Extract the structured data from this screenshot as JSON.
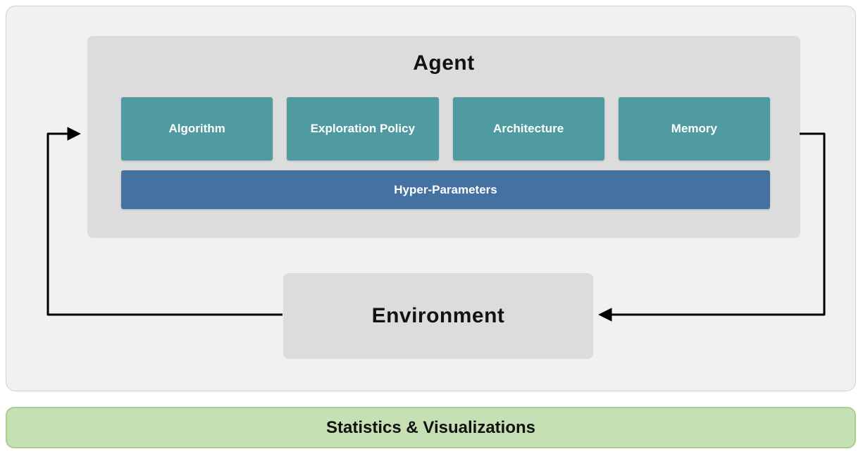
{
  "diagram": {
    "agent": {
      "title": "Agent",
      "components": [
        {
          "label": "Algorithm"
        },
        {
          "label": "Exploration Policy"
        },
        {
          "label": "Architecture"
        },
        {
          "label": "Memory"
        }
      ],
      "hyper_parameters_label": "Hyper-Parameters"
    },
    "environment_label": "Environment",
    "footer_label": "Statistics & Visualizations",
    "colors": {
      "component_teal": "#4f9ba1",
      "hyper_parameters_blue": "#44719f",
      "box_gray": "#dcdcdc",
      "panel_gray": "#f1f1f2",
      "footer_green": "#c5e0b3",
      "footer_border_green": "#a8d08d",
      "arrow_black": "#000000"
    }
  }
}
